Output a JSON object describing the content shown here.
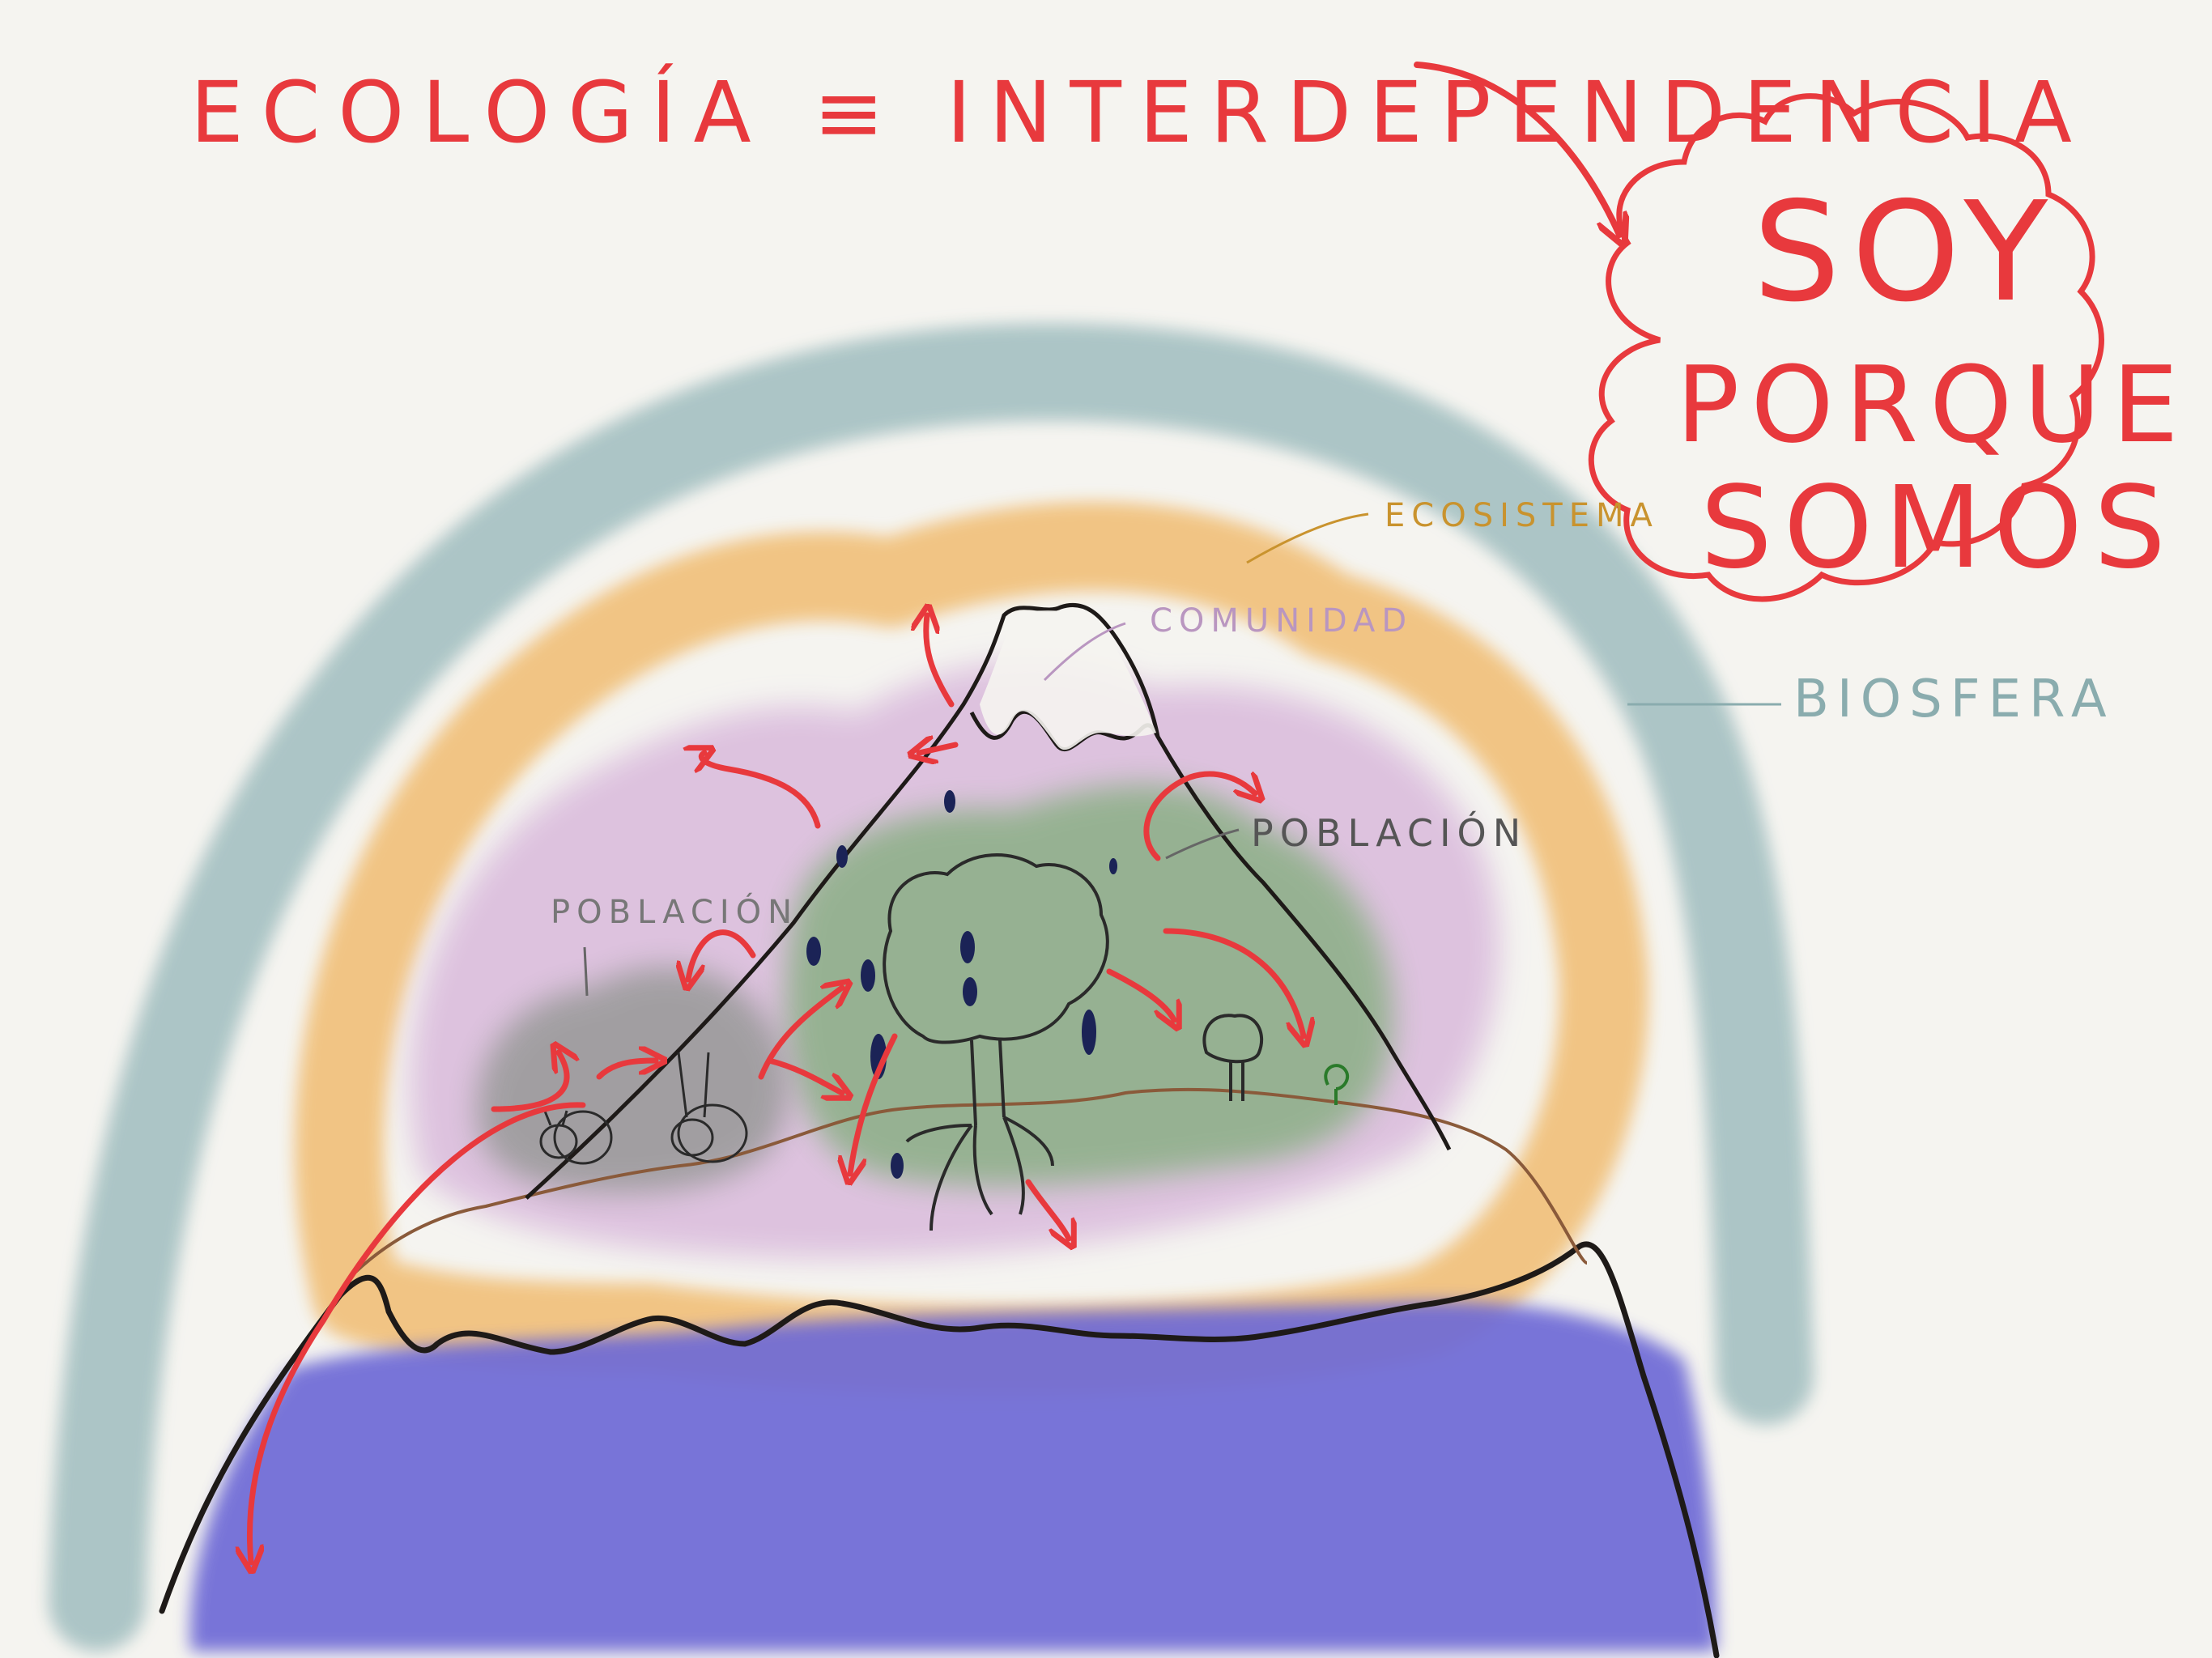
{
  "title": "ECOLOGÍA ≡ INTERDEPENDENCIA",
  "cloud_lines": [
    "SOY",
    "PORQUE",
    "SOMOS"
  ],
  "labels": {
    "biosfera": "BIOSFERA",
    "ecosistema": "ECOSISTEMA",
    "comunidad": "COMUNIDAD",
    "poblacion_right": "POBLACIÓN",
    "poblacion_left": "POBLACIÓN"
  },
  "colors": {
    "ink_red": "#e8393d",
    "biosfera": "#a9c3c4",
    "ecosistema": "#f1c27f",
    "comunidad": "#dcc0de",
    "poblacion_green": "#8fb08a",
    "poblacion_grey": "#9b9b9b",
    "ocean": "#6e6ad6",
    "outline": "#1e1a18",
    "drops": "#1b2356"
  }
}
